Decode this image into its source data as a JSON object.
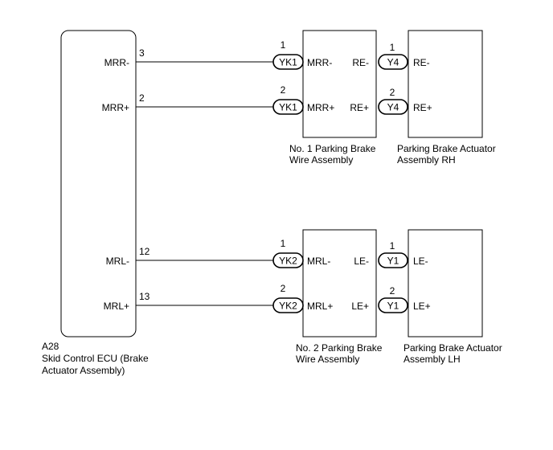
{
  "ecu": {
    "code": "A28",
    "name_line1": "Skid Control ECU (Brake",
    "name_line2": "Actuator Assembly)",
    "pins": [
      {
        "label": "MRR-",
        "pin": "3"
      },
      {
        "label": "MRR+",
        "pin": "2"
      },
      {
        "label": "MRL-",
        "pin": "12"
      },
      {
        "label": "MRL+",
        "pin": "13"
      }
    ]
  },
  "wire_rh": {
    "name_line1": "No. 1 Parking Brake",
    "name_line2": "Wire Assembly",
    "rows": [
      {
        "in_pin": "1",
        "in_conn": "YK1",
        "left_label": "MRR-",
        "right_label": "RE-",
        "out_pin": "1",
        "out_conn": "Y4"
      },
      {
        "in_pin": "2",
        "in_conn": "YK1",
        "left_label": "MRR+",
        "right_label": "RE+",
        "out_pin": "2",
        "out_conn": "Y4"
      }
    ]
  },
  "wire_lh": {
    "name_line1": "No. 2 Parking Brake",
    "name_line2": "Wire Assembly",
    "rows": [
      {
        "in_pin": "1",
        "in_conn": "YK2",
        "left_label": "MRL-",
        "right_label": "LE-",
        "out_pin": "1",
        "out_conn": "Y1"
      },
      {
        "in_pin": "2",
        "in_conn": "YK2",
        "left_label": "MRL+",
        "right_label": "LE+",
        "out_pin": "2",
        "out_conn": "Y1"
      }
    ]
  },
  "actuator_rh": {
    "name_line1": "Parking Brake Actuator",
    "name_line2": "Assembly RH",
    "labels": [
      "RE-",
      "RE+"
    ]
  },
  "actuator_lh": {
    "name_line1": "Parking Brake Actuator",
    "name_line2": "Assembly LH",
    "labels": [
      "LE-",
      "LE+"
    ]
  }
}
